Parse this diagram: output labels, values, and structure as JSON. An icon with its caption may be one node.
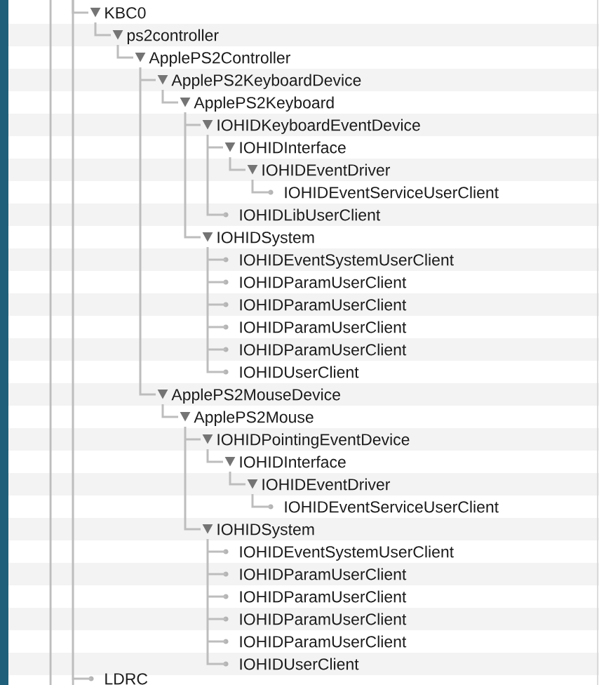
{
  "diagram": {
    "nodes": [
      {
        "text": [
          "KBC0"
        ]
      },
      {
        "text": [
          "ps2controller"
        ]
      },
      {
        "text": [
          "ApplePS2Controller"
        ]
      },
      {
        "text": [
          "ApplePS2KeyboardDevice"
        ]
      },
      {
        "text": [
          "ApplePS2Keyboard"
        ]
      },
      {
        "text": [
          "IOHIDKeyboardEventDevice"
        ]
      },
      {
        "text": [
          "IOHIDInterface"
        ]
      },
      {
        "text": [
          "IOHIDEventDriver"
        ]
      },
      {
        "text": [
          "IOHIDEventServiceUserClient"
        ]
      },
      {
        "text": [
          "IOHIDLibUserClient"
        ]
      },
      {
        "text": [
          "IOHIDSystem"
        ]
      },
      {
        "text": [
          "IOHIDEventSystemUserClient"
        ]
      },
      {
        "text": [
          "IOHIDParamUserClient"
        ]
      },
      {
        "text": [
          "IOHIDParamUserClient"
        ]
      },
      {
        "text": [
          "IOHIDParamUserClient"
        ]
      },
      {
        "text": [
          "IOHIDParamUserClient"
        ]
      },
      {
        "text": [
          "IOHIDUserClient"
        ]
      },
      {
        "text": [
          "ApplePS2MouseDevice"
        ]
      },
      {
        "text": [
          "ApplePS2Mouse"
        ]
      },
      {
        "text": [
          "IOHIDPointingEventDevice"
        ]
      },
      {
        "text": [
          "IOHIDInterface"
        ]
      },
      {
        "text": [
          "IOHIDEventDriver"
        ]
      },
      {
        "text": [
          "IOHIDEventServiceUserClient"
        ]
      },
      {
        "text": [
          "IOHIDSystem"
        ]
      },
      {
        "text": [
          "IOHIDEventSystemUserClient"
        ]
      },
      {
        "text": [
          "IOHIDParamUserClient"
        ]
      },
      {
        "text": [
          "IOHIDParamUserClient"
        ]
      },
      {
        "text": [
          "IOHIDParamUserClient"
        ]
      },
      {
        "text": [
          "IOHIDParamUserClient"
        ]
      },
      {
        "text": [
          "IOHIDUserClient"
        ]
      },
      {
        "text": [
          "LDRC"
        ]
      }
    ],
    "edges": [
      {
        "from": null,
        "to": 0,
        "arrow": "none"
      },
      {
        "from": 0,
        "to": 1,
        "arrow": "none"
      },
      {
        "from": 1,
        "to": 2,
        "arrow": "none"
      },
      {
        "from": 2,
        "to": 3,
        "arrow": "none"
      },
      {
        "from": 3,
        "to": 4,
        "arrow": "none"
      },
      {
        "from": 4,
        "to": 5,
        "arrow": "none"
      },
      {
        "from": 5,
        "to": 6,
        "arrow": "none"
      },
      {
        "from": 6,
        "to": 7,
        "arrow": "none"
      },
      {
        "from": 7,
        "to": 8,
        "arrow": "none"
      },
      {
        "from": 5,
        "to": 9,
        "arrow": "none"
      },
      {
        "from": 4,
        "to": 10,
        "arrow": "none"
      },
      {
        "from": 10,
        "to": 11,
        "arrow": "none"
      },
      {
        "from": 10,
        "to": 12,
        "arrow": "none"
      },
      {
        "from": 10,
        "to": 13,
        "arrow": "none"
      },
      {
        "from": 10,
        "to": 14,
        "arrow": "none"
      },
      {
        "from": 10,
        "to": 15,
        "arrow": "none"
      },
      {
        "from": 10,
        "to": 16,
        "arrow": "none"
      },
      {
        "from": 2,
        "to": 17,
        "arrow": "none"
      },
      {
        "from": 17,
        "to": 18,
        "arrow": "none"
      },
      {
        "from": 18,
        "to": 19,
        "arrow": "none"
      },
      {
        "from": 19,
        "to": 20,
        "arrow": "none"
      },
      {
        "from": 20,
        "to": 21,
        "arrow": "none"
      },
      {
        "from": 21,
        "to": 22,
        "arrow": "none"
      },
      {
        "from": 18,
        "to": 23,
        "arrow": "none"
      },
      {
        "from": 23,
        "to": 24,
        "arrow": "none"
      },
      {
        "from": 23,
        "to": 25,
        "arrow": "none"
      },
      {
        "from": 23,
        "to": 26,
        "arrow": "none"
      },
      {
        "from": 23,
        "to": 27,
        "arrow": "none"
      },
      {
        "from": 23,
        "to": 28,
        "arrow": "none"
      },
      {
        "from": 23,
        "to": 29,
        "arrow": "none"
      },
      {
        "from": null,
        "to": 30,
        "arrow": "none"
      }
    ]
  }
}
